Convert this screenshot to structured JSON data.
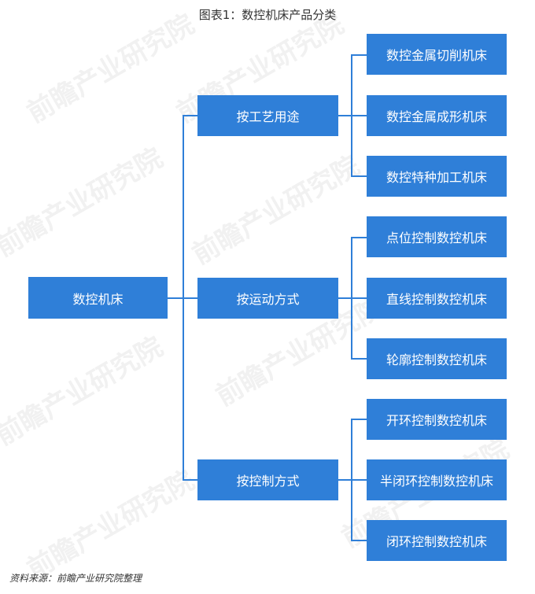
{
  "title": "图表1：数控机床产品分类",
  "root": {
    "label": "数控机床"
  },
  "groups": [
    {
      "label": "按工艺用途",
      "items": [
        "数控金属切削机床",
        "数控金属成形机床",
        "数控特种加工机床"
      ]
    },
    {
      "label": "按运动方式",
      "items": [
        "点位控制数控机床",
        "直线控制数控机床",
        "轮廓控制数控机床"
      ]
    },
    {
      "label": "按控制方式",
      "items": [
        "开环控制数控机床",
        "半闭环控制数控机床",
        "闭环控制数控机床"
      ]
    }
  ],
  "source": "资料来源：前瞻产业研究院整理",
  "watermark": "前瞻产业研究院",
  "colors": {
    "box": "#2f7fd8",
    "text": "#ffffff",
    "line": "#2f7fd8"
  }
}
